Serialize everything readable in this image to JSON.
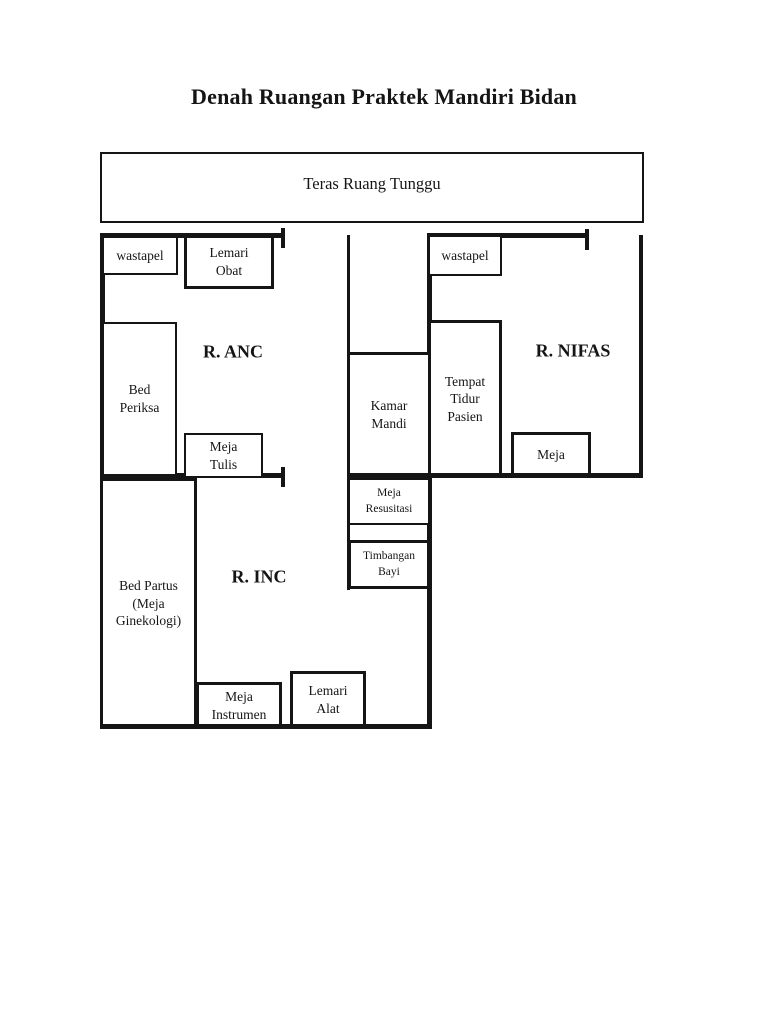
{
  "page": {
    "title": "Denah Ruangan Praktek Mandiri Bidan",
    "colors": {
      "ink": "#151515",
      "paper": "#ffffff"
    }
  },
  "plan": {
    "teras_label": "Teras Ruang Tunggu",
    "rooms": {
      "anc": "R. ANC",
      "nifas": "R. NIFAS",
      "inc": "R. INC"
    },
    "furniture": {
      "wastapel_left": "wastapel",
      "lemari_obat": "Lemari\nObat",
      "bed_periksa": "Bed\nPeriksa",
      "meja_tulis": "Meja\nTulis",
      "wastapel_right": "wastapel",
      "tempat_tidur_pasien": "Tempat\nTidur\nPasien",
      "meja_nifas": "Meja",
      "kamar_mandi": "Kamar\nMandi",
      "meja_resusitasi": "Meja\nResusitasi",
      "timbangan_bayi": "Timbangan\nBayi",
      "bed_partus": "Bed Partus\n(Meja\nGinekologi)",
      "meja_instrumen": "Meja\nInstrumen",
      "lemari_alat": "Lemari\nAlat"
    }
  }
}
